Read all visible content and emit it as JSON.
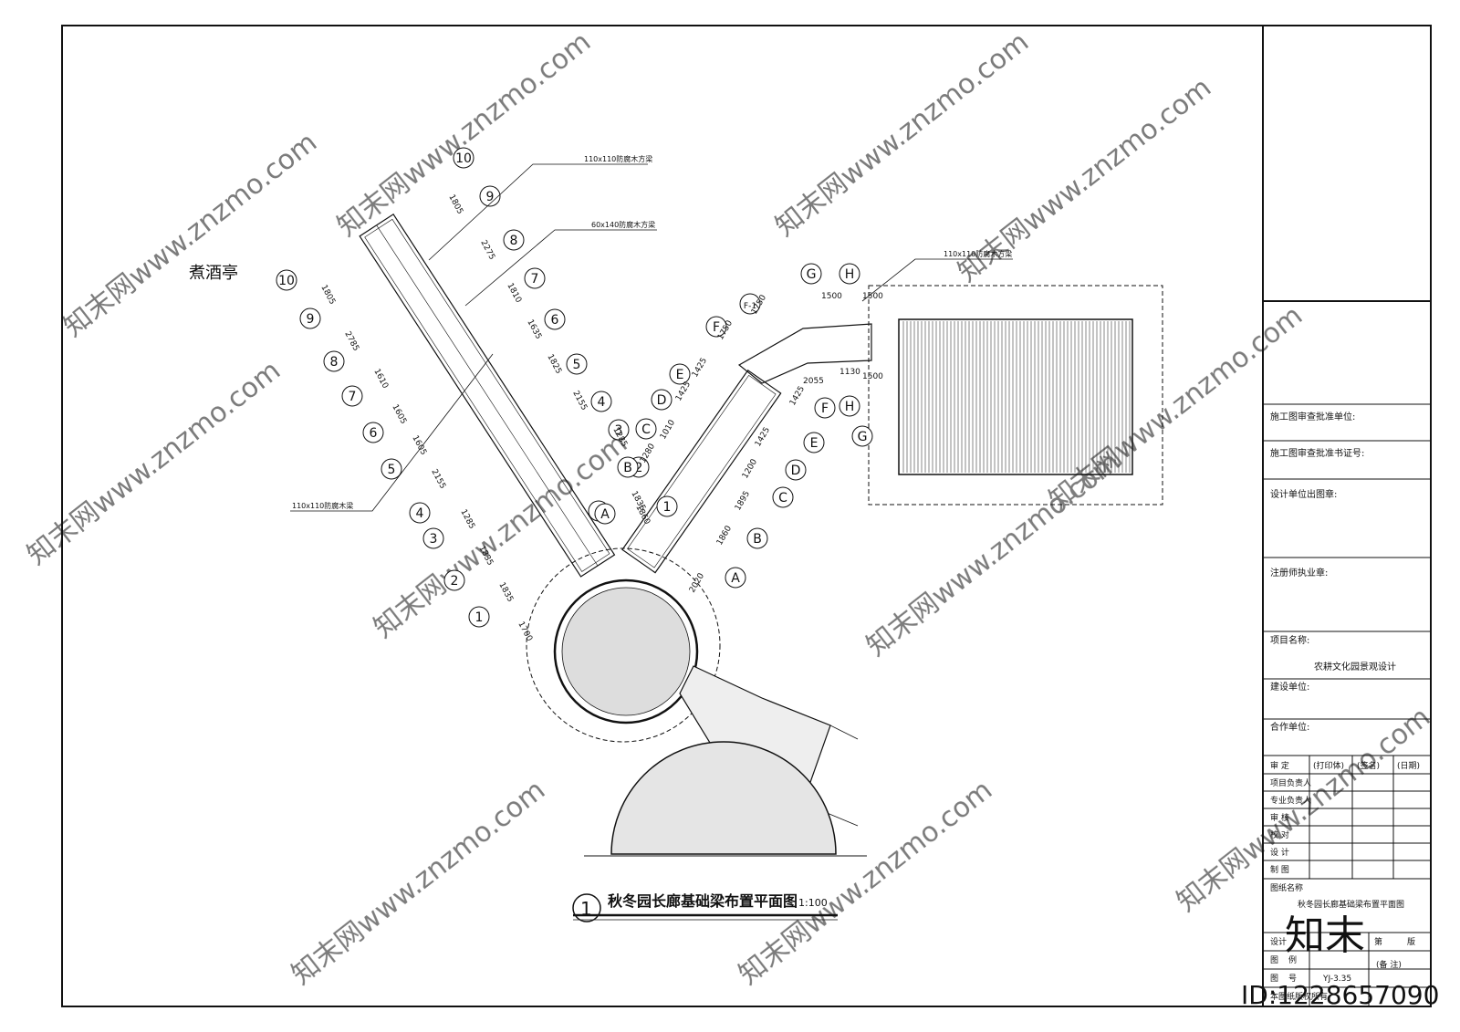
{
  "drawing": {
    "pavilion_label": "煮酒亭",
    "title_number": "1",
    "title": "秋冬园长廊基础梁布置平面图",
    "scale": "1:100",
    "beam_labels": {
      "beam_110_top": "110x110防腐木方梁",
      "beam_60x140": "60x140防腐木方梁",
      "beam_110_left": "110x110防腐木梁",
      "beam_110_right": "110x110防腐木方梁"
    },
    "left_grid": {
      "left_side": [
        "1",
        "2",
        "3",
        "4",
        "5",
        "6",
        "7",
        "8",
        "9",
        "10"
      ],
      "left_dims": [
        "1700",
        "1835",
        "1835",
        "1285",
        "2155",
        "1605",
        "1605",
        "1610",
        "2785",
        "1805"
      ],
      "right_side": [
        "A",
        "2",
        "3",
        "4",
        "5",
        "6",
        "7",
        "8",
        "9",
        "10"
      ],
      "right_dims": [
        "1835",
        "1285",
        "2155",
        "1825",
        "1635",
        "1810",
        "2275",
        "1805"
      ]
    },
    "right_grid": {
      "upper_side": [
        "1",
        "C",
        "D",
        "E",
        "F",
        "F-1",
        "G",
        "H"
      ],
      "upper_dims": [
        "1280",
        "1010",
        "1425",
        "1425",
        "1750",
        "1750",
        "1500",
        "1500"
      ],
      "lower_side": [
        "A",
        "B",
        "C",
        "D",
        "E",
        "F",
        "H",
        "G"
      ],
      "lower_dims": [
        "2020",
        "1860",
        "1895",
        "1200",
        "1425",
        "1425",
        "2055",
        "1130",
        "1500"
      ]
    },
    "misc_labels": [
      "B",
      "A",
      "2",
      "1860"
    ]
  },
  "title_block": {
    "review_unit": "施工图审查批准单位:",
    "review_cert": "施工图审查批准书证号:",
    "design_seal": "设计单位出图章:",
    "engineer_seal": "注册师执业章:",
    "project_name_label": "项目名称:",
    "project_name": "农耕文化园景观设计",
    "client_label": "建设单位:",
    "partner_label": "合作单位:",
    "sign_headers": [
      "审    定",
      "(打印体)",
      "(签名)",
      "(日期)"
    ],
    "sign_rows": [
      "项目负责人",
      "专业负责人",
      "审    核",
      "校    对",
      "设    计",
      "制    图"
    ],
    "drawing_name_label": "图纸名称",
    "drawing_name": "秋冬园长廊基础梁布置平面图",
    "footer_1": [
      "设计",
      "",
      "第",
      "版"
    ],
    "footer_2": [
      "图",
      "例",
      "",
      "(备 注)"
    ],
    "footer_3": [
      "图",
      "号",
      "YJ-3.35",
      ""
    ],
    "footer_4": "本图纸版权所有"
  },
  "watermark": {
    "brand": "知末",
    "id": "ID:1228657090",
    "site": "知末网www.znzmo.com"
  }
}
